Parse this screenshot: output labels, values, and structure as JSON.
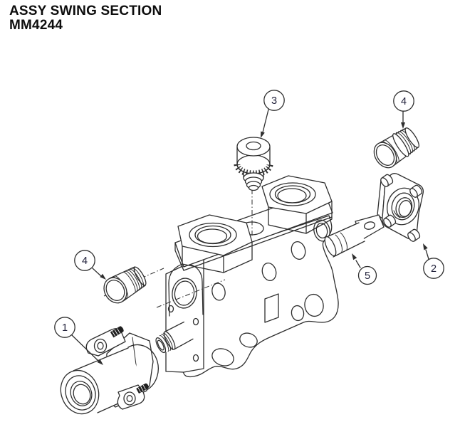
{
  "title": {
    "line1": "ASSY SWING SECTION",
    "line2": "MM4244"
  },
  "callouts": [
    {
      "label": "3",
      "highlighted": false
    },
    {
      "label": "4",
      "highlighted": false
    },
    {
      "label": "2",
      "highlighted": false
    },
    {
      "label": "5",
      "highlighted": true
    },
    {
      "label": "4",
      "highlighted": false
    },
    {
      "label": "1",
      "highlighted": false
    }
  ],
  "colors": {
    "line": "#2e2e2e",
    "background": "#ffffff",
    "highlight": "#d92b2b",
    "balloon_text": "#1e1e38"
  }
}
